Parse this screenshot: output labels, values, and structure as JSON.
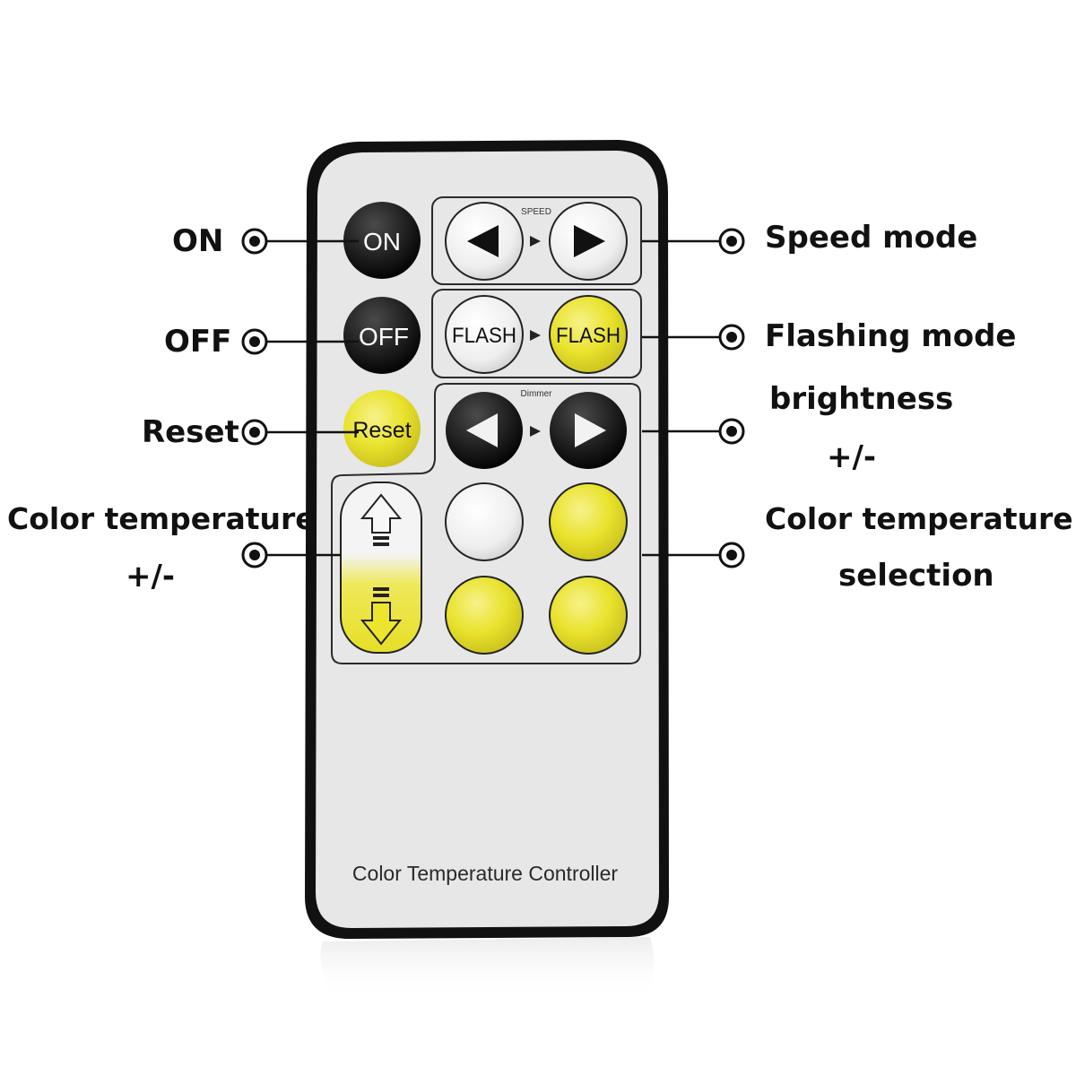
{
  "remote": {
    "footer_text": "Color Temperature Controller",
    "speed_group_label": "SPEED",
    "dimmer_group_label": "Dimmer",
    "buttons": {
      "on": "ON",
      "off": "OFF",
      "reset": "Reset",
      "flash_left": "FLASH",
      "flash_right": "FLASH"
    },
    "icons": {
      "speed_left": "triangle-left-icon",
      "speed_right": "triangle-right-icon",
      "speed_divider": "small-arrow-right-icon",
      "dimmer_left": "triangle-left-icon",
      "dimmer_right": "triangle-right-icon",
      "temp_up": "arrow-up-icon",
      "temp_down": "arrow-down-icon"
    }
  },
  "callouts": {
    "left": {
      "on": "ON",
      "off": "OFF",
      "reset": "Reset",
      "color_temp_line1": "Color temperature",
      "color_temp_line2": "+/-"
    },
    "right": {
      "speed": "Speed mode",
      "flashing": "Flashing mode",
      "brightness_line1": "brightness",
      "brightness_line2": "+/-",
      "selection_line1": "Color temperature",
      "selection_line2": "selection"
    }
  },
  "colors": {
    "body": "#e6e6e6",
    "body_border": "#111111",
    "black_button": "#1d1d1d",
    "white_button": "#f3f3f3",
    "yellow_button": "#e9e22c",
    "line": "#111111"
  }
}
